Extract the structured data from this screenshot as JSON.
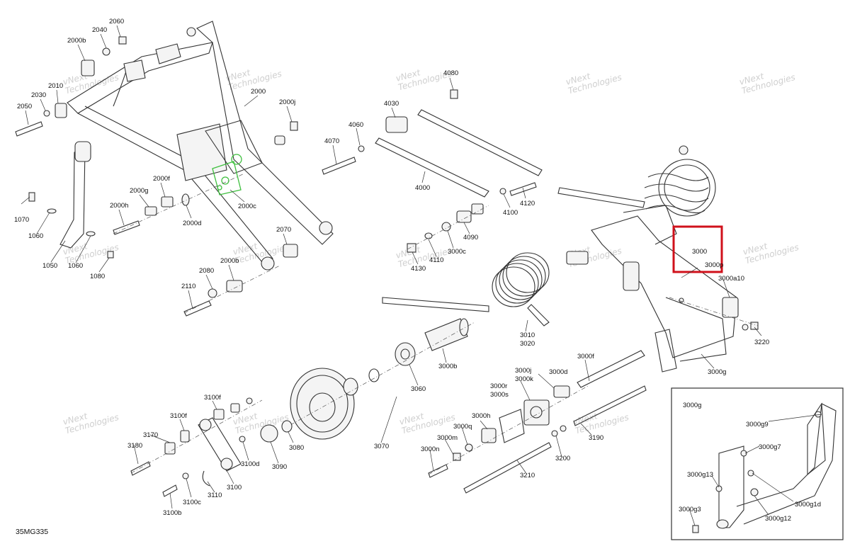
{
  "diagram_code": "35MG335",
  "highlight_color": "#d0111b",
  "highlight_color_2": "#3fbf3f",
  "highlight_target": "3000",
  "watermark_lines": [
    "vNext",
    "Technologies"
  ],
  "callouts": [
    "2060",
    "2040",
    "2000b",
    "2010",
    "2030",
    "2050",
    "2000",
    "2000j",
    "2000c",
    "2000d",
    "2000f",
    "2000g",
    "2000h",
    "1070",
    "1060",
    "1050",
    "1080",
    "2070",
    "2000b",
    "2080",
    "2110",
    "4080",
    "4030",
    "4060",
    "4070",
    "4000",
    "4100",
    "4120",
    "4090",
    "3000c",
    "4110",
    "4130",
    "3000",
    "3000p",
    "3000a10",
    "3010",
    "3020",
    "3000b",
    "3220",
    "3000f",
    "3000g",
    "3000j",
    "3000k",
    "3000d",
    "3000r",
    "3000s",
    "3060",
    "3070",
    "3080",
    "3090",
    "3100",
    "3100d",
    "3100f",
    "3100c",
    "3100b",
    "3110",
    "3170",
    "3180",
    "3000h",
    "3000q",
    "3000m",
    "3000n",
    "3190",
    "3200",
    "3210"
  ],
  "inset": {
    "title": "3000g",
    "callouts": [
      "3000g9",
      "3000g7",
      "3000g13",
      "3000g3",
      "3000g12",
      "3000g1d"
    ]
  }
}
